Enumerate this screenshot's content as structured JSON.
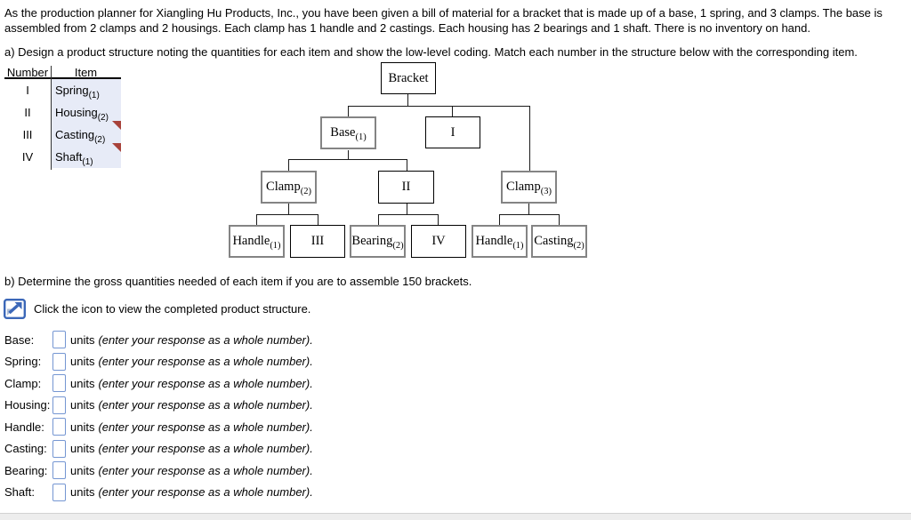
{
  "problem": {
    "intro": "As the production planner for Xiangling Hu Products, Inc., you have been given a bill of material for a bracket that is made up of a base, 1 spring, and 3 clamps. The base is assembled from 2 clamps and 2 housings. Each clamp has 1 handle and 2 castings. Each housing has 2 bearings and 1 shaft. There is no inventory on hand.",
    "part_a": "a) Design a product structure noting the quantities for each item and show the low-level coding. Match each number in the structure below with the corresponding item.",
    "part_b": "b) Determine the gross quantities needed of each item if you are to assemble 150 brackets.",
    "icon_caption": "Click the icon to view the completed product structure."
  },
  "match_table": {
    "headers": {
      "number": "Number",
      "item": "Item"
    },
    "rows": [
      {
        "number": "I",
        "item": "Spring",
        "sub": "(1)"
      },
      {
        "number": "II",
        "item": "Housing",
        "sub": "(2)"
      },
      {
        "number": "III",
        "item": "Casting",
        "sub": "(2)"
      },
      {
        "number": "IV",
        "item": "Shaft",
        "sub": "(1)"
      }
    ]
  },
  "tree": {
    "bracket": {
      "label": "Bracket",
      "sub": ""
    },
    "base": {
      "label": "Base",
      "sub": "(1)"
    },
    "slot1": {
      "label": "I"
    },
    "clamp2": {
      "label": "Clamp",
      "sub": "(2)"
    },
    "slot2": {
      "label": "II"
    },
    "clamp3": {
      "label": "Clamp",
      "sub": "(3)"
    },
    "handle1": {
      "label": "Handle",
      "sub": "(1)"
    },
    "slot3": {
      "label": "III"
    },
    "bearing": {
      "label": "Bearing",
      "sub": "(2)"
    },
    "slot4": {
      "label": "IV"
    },
    "handle2": {
      "label": "Handle",
      "sub": "(1)"
    },
    "casting": {
      "label": "Casting",
      "sub": "(2)"
    }
  },
  "answers": {
    "units_label": "units",
    "hint": "(enter your response as a whole number).",
    "rows": [
      {
        "label": "Base:"
      },
      {
        "label": "Spring:"
      },
      {
        "label": "Clamp:"
      },
      {
        "label": "Housing:"
      },
      {
        "label": "Handle:"
      },
      {
        "label": "Casting:"
      },
      {
        "label": "Bearing:"
      },
      {
        "label": "Shaft:"
      }
    ]
  },
  "colors": {
    "accent_blue": "#3b67b8",
    "input_border": "#7596d2",
    "flag_red": "#a8423a",
    "item_cell_bg": "#e7ebf7"
  }
}
